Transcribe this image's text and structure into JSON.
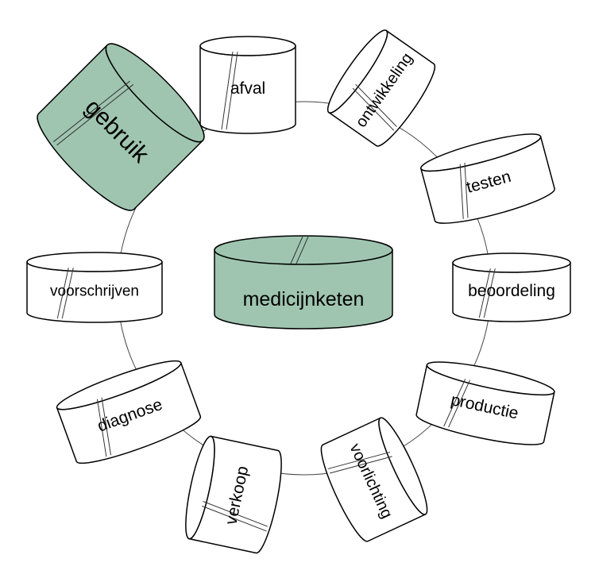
{
  "diagram": {
    "center": {
      "label": "medicijnketen",
      "fill": "#9fc5b0"
    },
    "stages": [
      {
        "label": "afval",
        "highlighted": false
      },
      {
        "label": "ontwikkeling",
        "highlighted": false
      },
      {
        "label": "testen",
        "highlighted": false
      },
      {
        "label": "beoordeling",
        "highlighted": false
      },
      {
        "label": "productie",
        "highlighted": false
      },
      {
        "label": "voorlichting",
        "highlighted": false
      },
      {
        "label": "verkoop",
        "highlighted": false
      },
      {
        "label": "diagnose",
        "highlighted": false
      },
      {
        "label": "voorschrijven",
        "highlighted": false
      },
      {
        "label": "gebruik",
        "highlighted": true
      }
    ],
    "colors": {
      "highlight_fill": "#9fc5b0",
      "band_fill": "#ffffff",
      "outline": "#000000"
    }
  }
}
